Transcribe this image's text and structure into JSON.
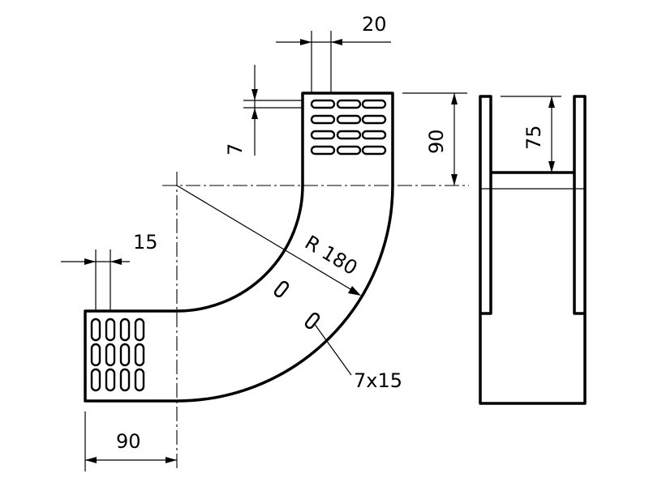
{
  "drawing": {
    "dimensions": {
      "top_slot_width": "20",
      "slot_height": "7",
      "top_straight_length": "90",
      "side_view_height": "75",
      "bend_radius": "R 180",
      "left_slot_spacing": "15",
      "left_straight_length": "90",
      "bend_slot_size": "7x15"
    }
  }
}
